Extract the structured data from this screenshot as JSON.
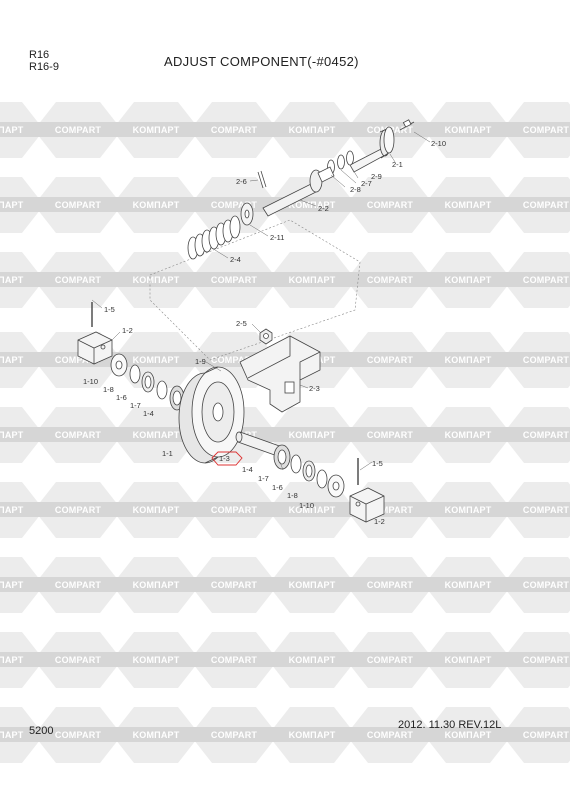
{
  "header": {
    "model_line1": "R16",
    "model_line2": "R16-9",
    "title": "ADJUST COMPONENT(-#0452)"
  },
  "footer": {
    "page_number": "5200",
    "date_rev": "2012. 11.30  REV.12L"
  },
  "watermark": {
    "text_a": "KOMПAPT",
    "text_b": "COMPART"
  },
  "labels": {
    "l_2_10": "2-10",
    "l_2_1": "2-1",
    "l_2_9": "2-9",
    "l_2_7": "2-7",
    "l_2_8": "2-8",
    "l_2_6": "2-6",
    "l_2_2": "2-2",
    "l_2_11": "2-11",
    "l_2_4": "2-4",
    "l_1_5a": "1-5",
    "l_1_2a": "1-2",
    "l_2_5": "2-5",
    "l_1_9": "1-9",
    "l_1_10a": "1-10",
    "l_1_8a": "1-8",
    "l_1_6a": "1-6",
    "l_1_7a": "1-7",
    "l_1_4a": "1-4",
    "l_2_3": "2-3",
    "l_1_1": "1-1",
    "l_1_3": "1-3",
    "l_1_4b": "1-4",
    "l_1_7b": "1-7",
    "l_1_6b": "1-6",
    "l_1_8b": "1-8",
    "l_1_10b": "1-10",
    "l_1_5b": "1-5",
    "l_1_2b": "1-2"
  },
  "highlight_color": "#d33",
  "line_color": "#444"
}
